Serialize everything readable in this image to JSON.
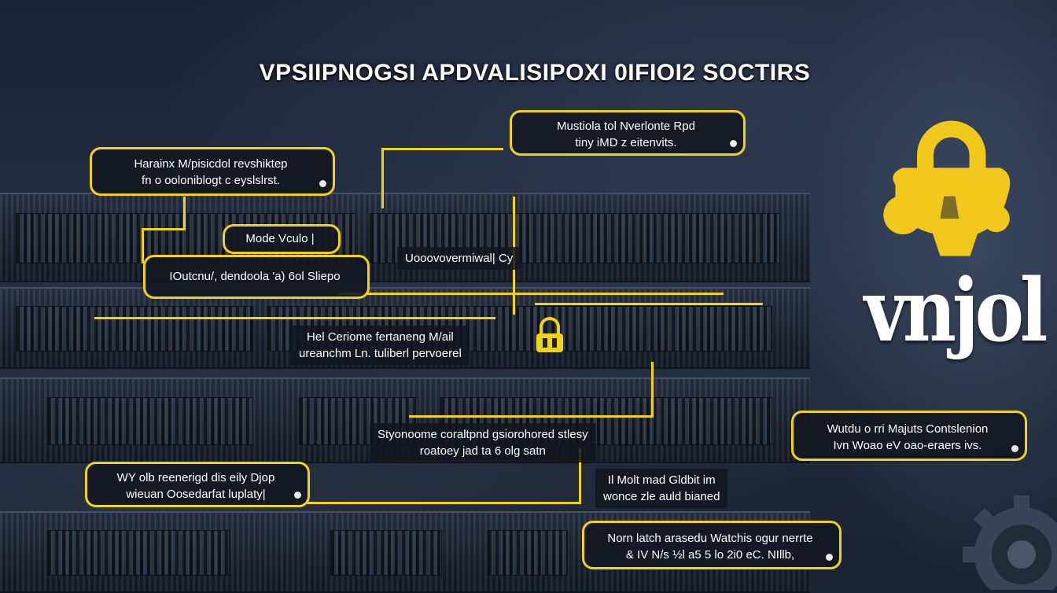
{
  "title": "VPSIIPNOGSI APDVALISIPOXI 0IFIOI2 SOCTIRS",
  "callouts": {
    "top_center": {
      "line1": "Mustiola tol Nverlonte Rpd",
      "line2": "tiny iMD z eitenvits."
    },
    "top_left": {
      "line1": "Harainx M/pisicdol revshiktep",
      "line2": "fn o ooloniblogt c eyslslrst."
    },
    "mid_small": {
      "line1": "Mode Vculo |"
    },
    "mid_center": {
      "line1": "Uooovovermiwal| Cy"
    },
    "mid_left": {
      "line1": "IOutcnu/, dendoola 'a) 6ol Sliepo"
    },
    "center_text": {
      "line1": "Hel Ceriome fertaneng M/ail",
      "line2": "ureanchm Ln. tuliberl pervoerel"
    },
    "lower_center": {
      "line1": "Styonoome coraltpnd gsiorohored stlesy",
      "line2": "roatoey jad ta 6 olg satn"
    },
    "lower_left": {
      "line1": "WY olb reenerigd dis eily Djop",
      "line2": "wieuan Oosedarfat luplaty|"
    },
    "lower_mid": {
      "line1": "Il Molt mad Gldbit im",
      "line2": "wonce zle auld bianed"
    },
    "right": {
      "line1": "Wutdu o rri Majuts Contslenion",
      "line2": "Ivn Woao eV oao-eraers ivs."
    },
    "bottom_center": {
      "line1": "Norn latch arasedu Watchis ogur nerrte",
      "line2": "& IV N/s ½l a5 5 lo 2i0 eC. NIllb,"
    }
  },
  "logo": {
    "text": "vnjol"
  },
  "colors": {
    "accent": "#f1d21a",
    "background": "#1a2233",
    "text": "#ffffff"
  },
  "icons": [
    "padlock-logo-icon",
    "small-lock-icon",
    "gear-icon"
  ]
}
